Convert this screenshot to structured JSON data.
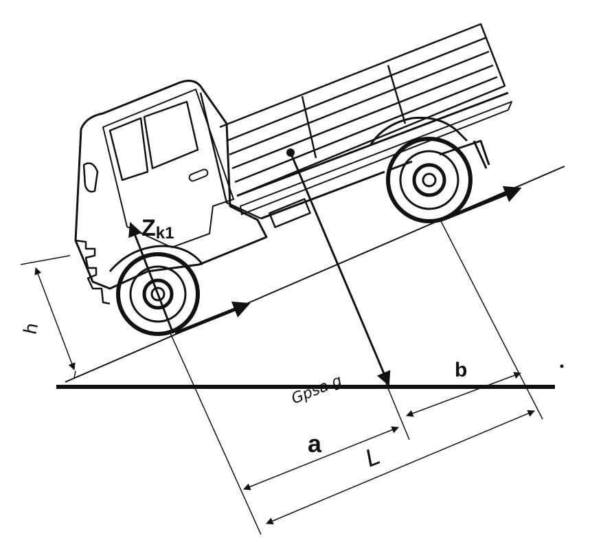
{
  "labels": {
    "zk1_main": "Z",
    "zk1_sub": "k1",
    "h": "h",
    "a": "a",
    "b": "b",
    "L": "L",
    "gravity": "Gpsa g"
  },
  "colors": {
    "ink": "#111111",
    "background": "#ffffff"
  }
}
